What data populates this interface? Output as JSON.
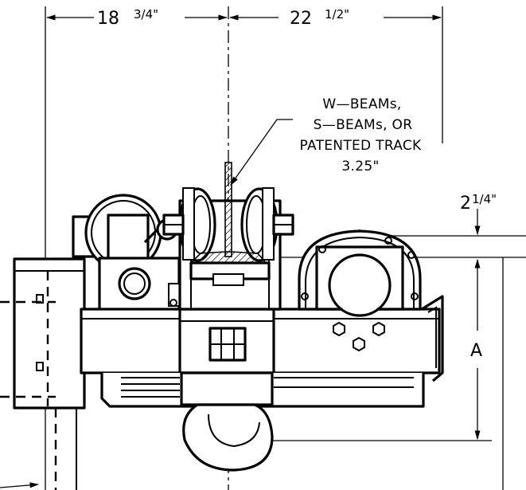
{
  "dimensions": {
    "left_width": {
      "whole": "18",
      "fraction": "3/4\""
    },
    "right_width": {
      "whole": "22",
      "fraction": "1/2\""
    },
    "flange_offset": {
      "whole": "2",
      "fraction": "1/4\""
    },
    "height_label": "A"
  },
  "callout": {
    "line1": "W—BEAMs,",
    "line2": "S—BEAMs, OR",
    "line3": "PATENTED TRACK",
    "line4": "3.25\""
  }
}
